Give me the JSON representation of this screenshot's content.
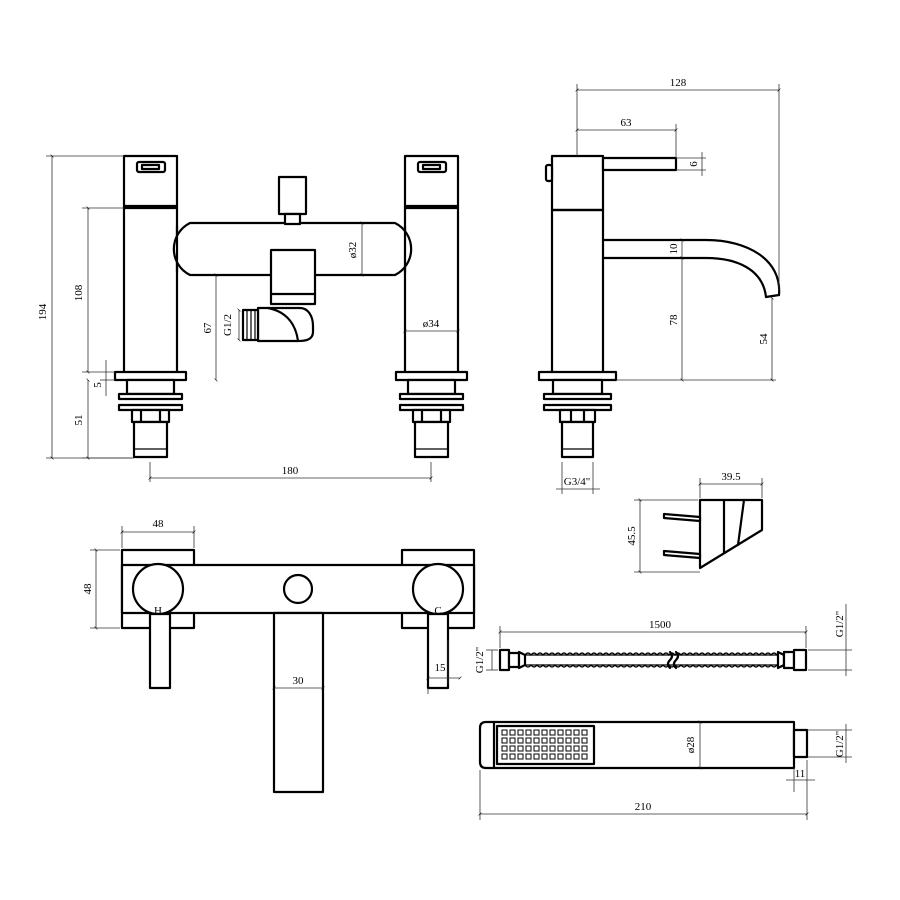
{
  "front": {
    "height_total": "194",
    "height_body": "108",
    "ring": "5",
    "tail": "51",
    "centres": "180",
    "body_dia": "ø32",
    "diverter_h": "67",
    "outlet_thread": "G1/2",
    "stem_dia": "ø34"
  },
  "side": {
    "reach": "128",
    "lever": "63",
    "lever_th": "6",
    "spout_th": "10",
    "spout_h": "78",
    "outlet_h": "54",
    "tail_thread": "G3/4\""
  },
  "holder": {
    "width": "39.5",
    "height": "45.5"
  },
  "top": {
    "plate_w": "48",
    "plate_h": "48",
    "spout_w": "30",
    "lever_w": "15",
    "hot_mark": "H",
    "cold_mark": "C"
  },
  "hose": {
    "length": "1500",
    "thread_left": "G1/2\"",
    "thread_right": "G1/2\""
  },
  "handset": {
    "length": "210",
    "diameter": "ø28",
    "connector": "11",
    "thread": "G1/2\""
  }
}
